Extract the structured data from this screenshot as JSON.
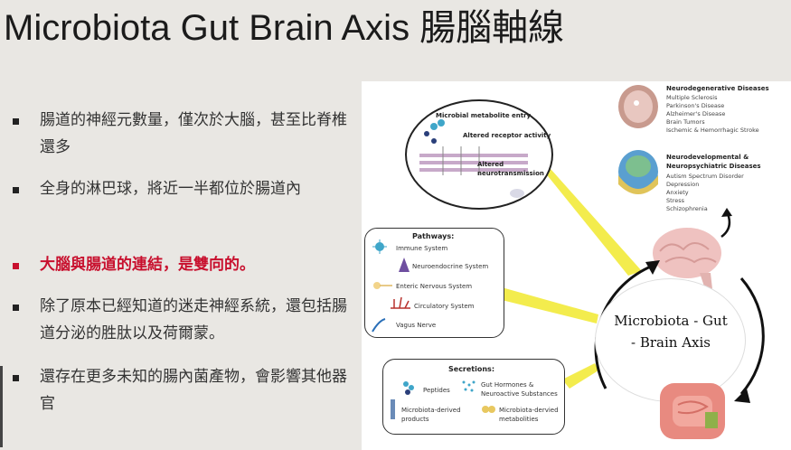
{
  "slide": {
    "title": "Microbiota Gut Brain Axis 腸腦軸線"
  },
  "bullets": [
    {
      "text": "腸道的神經元數量，僅次於大腦，甚至比脊椎還多",
      "highlight": false
    },
    {
      "text": "全身的淋巴球，將近一半都位於腸道內",
      "highlight": false
    },
    {
      "text": "大腦與腸道的連結，是雙向的。",
      "highlight": true
    },
    {
      "text": "除了原本已經知道的迷走神經系統，還包括腸道分泌的胜肽以及荷爾蒙。",
      "highlight": false
    },
    {
      "text": "還存在更多未知的腸內菌產物，會影響其他器官",
      "highlight": false
    }
  ],
  "diagram": {
    "metabolite_bubble": {
      "line1": "Microbial metabolite entry",
      "line2": "Altered receptor activity",
      "line3": "Altered",
      "line4": "neurotransmission"
    },
    "pathways": {
      "title": "Pathways:",
      "items": [
        "Immune System",
        "Neuroendocrine System",
        "Enteric Nervous System",
        "Circulatory System",
        "Vagus Nerve"
      ]
    },
    "secretions": {
      "title": "Secretions:",
      "peptides": "Peptides",
      "hormones_line1": "Gut Hormones &",
      "hormones_line2": "Neuroactive Substances",
      "products_line1": "Microbiota-derived",
      "products_line2": "products",
      "metabolites_line1": "Microbiota-dervied",
      "metabolites_line2": "metabolities"
    },
    "neurodegenerative": {
      "title": "Neurodegenerative Diseases",
      "items": [
        "Multiple Sclerosis",
        "Parkinson's Disease",
        "Alzheimer's Disease",
        "Brain Tumors",
        "Ischemic & Hemorrhagic Stroke"
      ]
    },
    "neurodevelopmental": {
      "title_line1": "Neurodevelopmental &",
      "title_line2": "Neuropsychiatric Diseases",
      "items": [
        "Autism Spectrum Disorder",
        "Depression",
        "Anxiety",
        "Stress",
        "Schizophrenia"
      ]
    },
    "center_line1": "Microbiota - Gut",
    "center_line2": "- Brain Axis"
  },
  "colors": {
    "background": "#e9e7e3",
    "highlight": "#c8102e",
    "ray": "#f2ea3a"
  }
}
